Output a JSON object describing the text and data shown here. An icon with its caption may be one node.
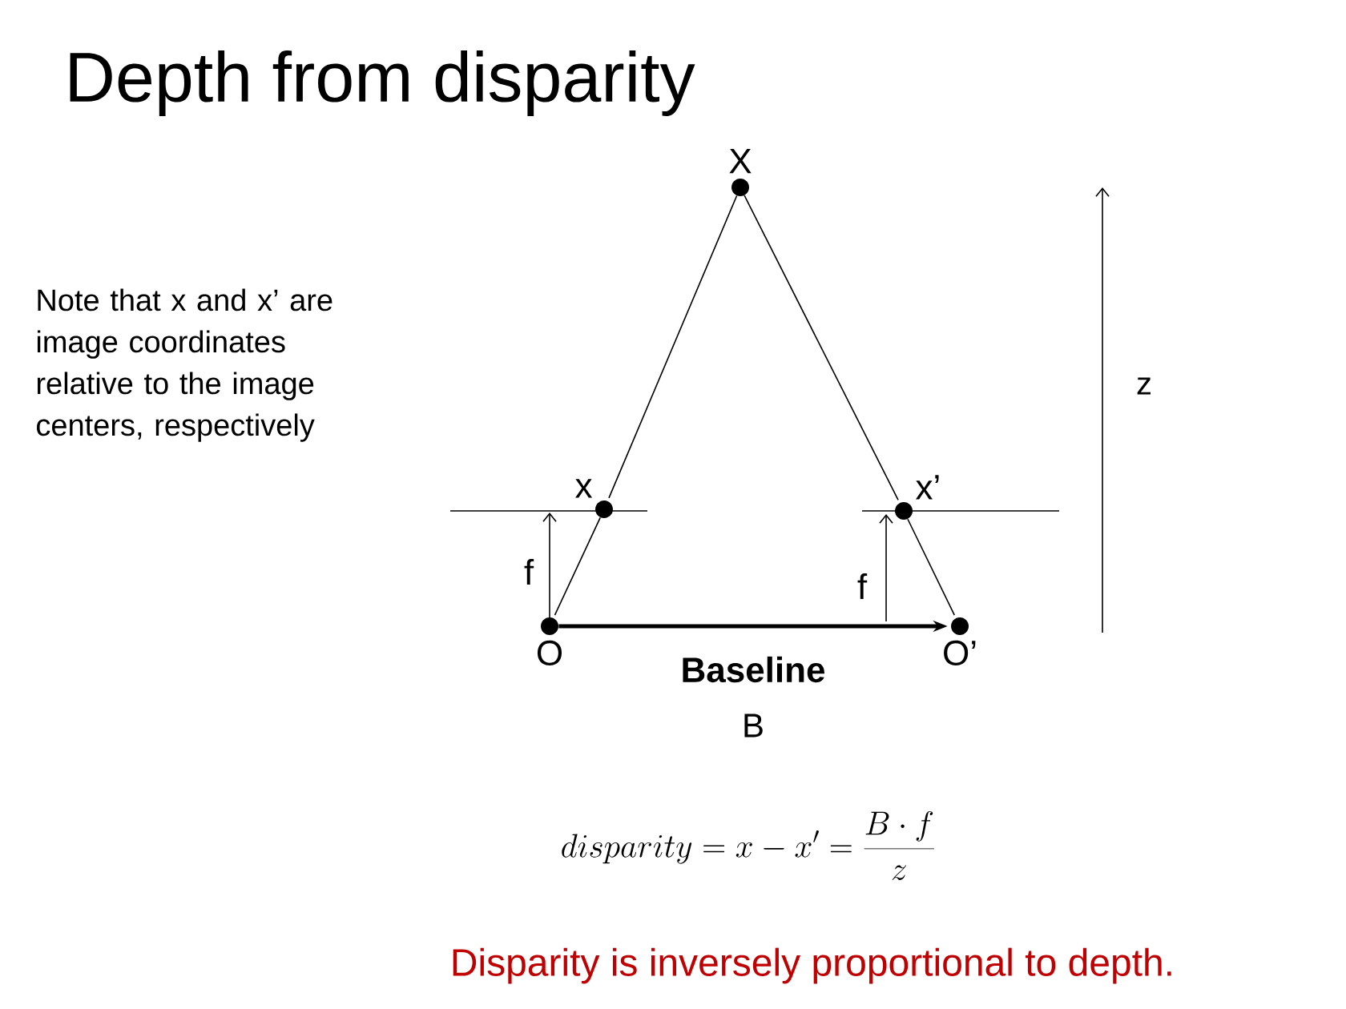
{
  "diagram": {
    "title": "Depth from disparity",
    "nodes": [
      {
        "text": [],
        "shape": "circle",
        "beside": [
          "X"
        ]
      },
      {
        "text": [],
        "shape": "circle",
        "beside": [
          "x"
        ]
      },
      {
        "text": [],
        "shape": "circle",
        "beside": [
          "x’"
        ]
      },
      {
        "text": [],
        "shape": "circle",
        "beside": [
          "O"
        ]
      },
      {
        "text": [],
        "shape": "circle",
        "beside": [
          "O’"
        ]
      }
    ],
    "edges": [
      {
        "from": 0,
        "to": 1,
        "arrow": "none"
      },
      {
        "from": 1,
        "to": 3,
        "arrow": "none"
      },
      {
        "from": 0,
        "to": 2,
        "arrow": "none"
      },
      {
        "from": 2,
        "to": 4,
        "arrow": "none"
      },
      {
        "from": 3,
        "to": 4,
        "arrow": "to",
        "style": "thick"
      }
    ],
    "labels": [
      "Note that x and x’ are image coordinates relative to the image centers, respectively",
      "z",
      "f",
      "f",
      "Baseline",
      "B",
      "disparity = x - x' = \\frac{B\\cdot f}{z}",
      "Disparity is inversely proportional to depth."
    ]
  }
}
